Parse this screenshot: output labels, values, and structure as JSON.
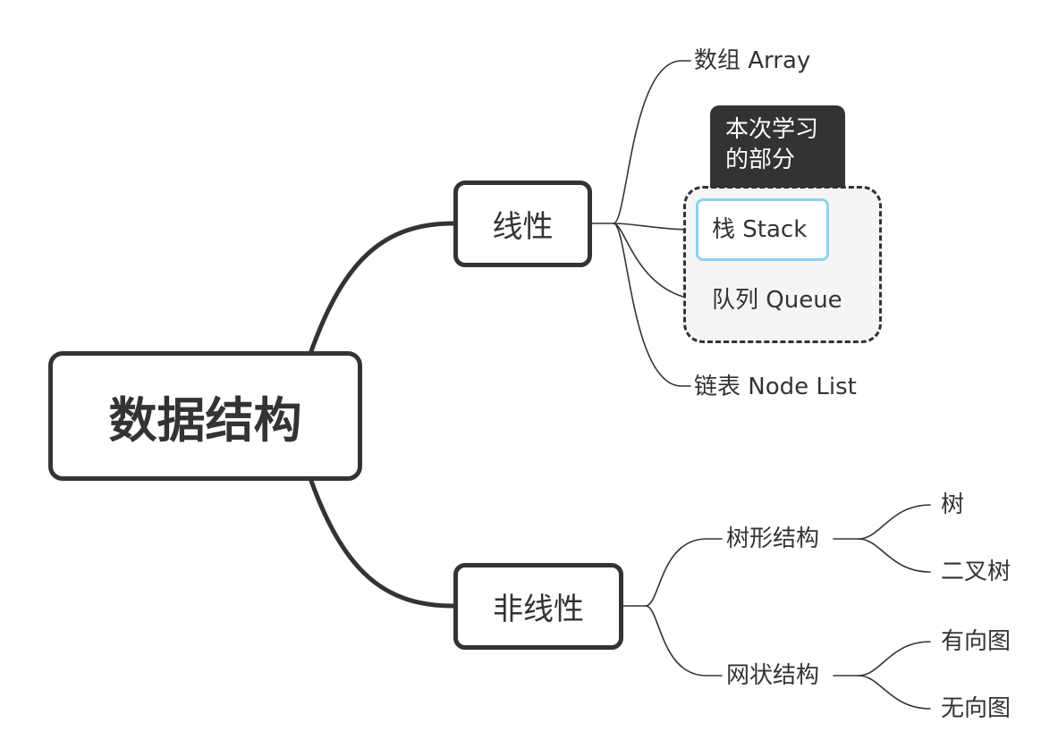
{
  "root": {
    "label": "数据结构"
  },
  "linear": {
    "label": "线性",
    "children": [
      "数组 Array",
      "栈 Stack",
      "队列 Queue",
      "链表 Node List"
    ],
    "callout": "本次学习\n的部分"
  },
  "nonlinear": {
    "label": "非线性",
    "tree": {
      "label": "树形结构",
      "children": [
        "树",
        "二叉树"
      ]
    },
    "graph": {
      "label": "网状结构",
      "children": [
        "有向图",
        "无向图"
      ]
    }
  },
  "colors": {
    "line": "#333333",
    "highlight": "#8ed1f0",
    "group_fill": "#f5f5f5"
  }
}
